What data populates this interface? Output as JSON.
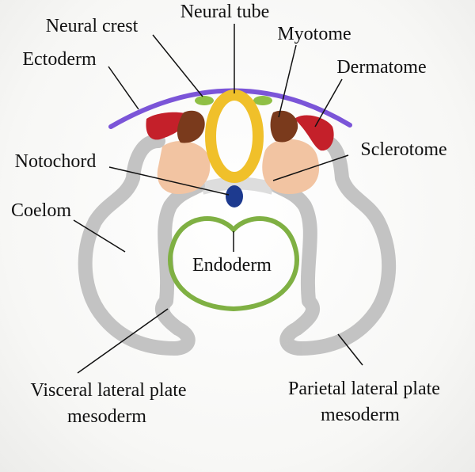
{
  "labels": {
    "neural_tube": "Neural tube",
    "neural_crest": "Neural crest",
    "myotome": "Myotome",
    "ectoderm": "Ectoderm",
    "dermatome": "Dermatome",
    "notochord": "Notochord",
    "sclerotome": "Sclerotome",
    "coelom": "Coelom",
    "endoderm": "Endoderm",
    "visceral_line1": "Visceral lateral plate",
    "visceral_line2": "mesoderm",
    "parietal_line1": "Parietal lateral plate",
    "parietal_line2": "mesoderm"
  },
  "colors": {
    "ectoderm": "#7b55d8",
    "neural_tube": "#f0c02a",
    "neural_crest": "#8fbf45",
    "dermatome": "#c4202a",
    "myotome": "#7a3a1c",
    "sclerotome": "#f2c4a2",
    "notochord": "#1d3a8f",
    "endoderm": "#7fb043",
    "mesoderm": "#bdbdbd"
  }
}
